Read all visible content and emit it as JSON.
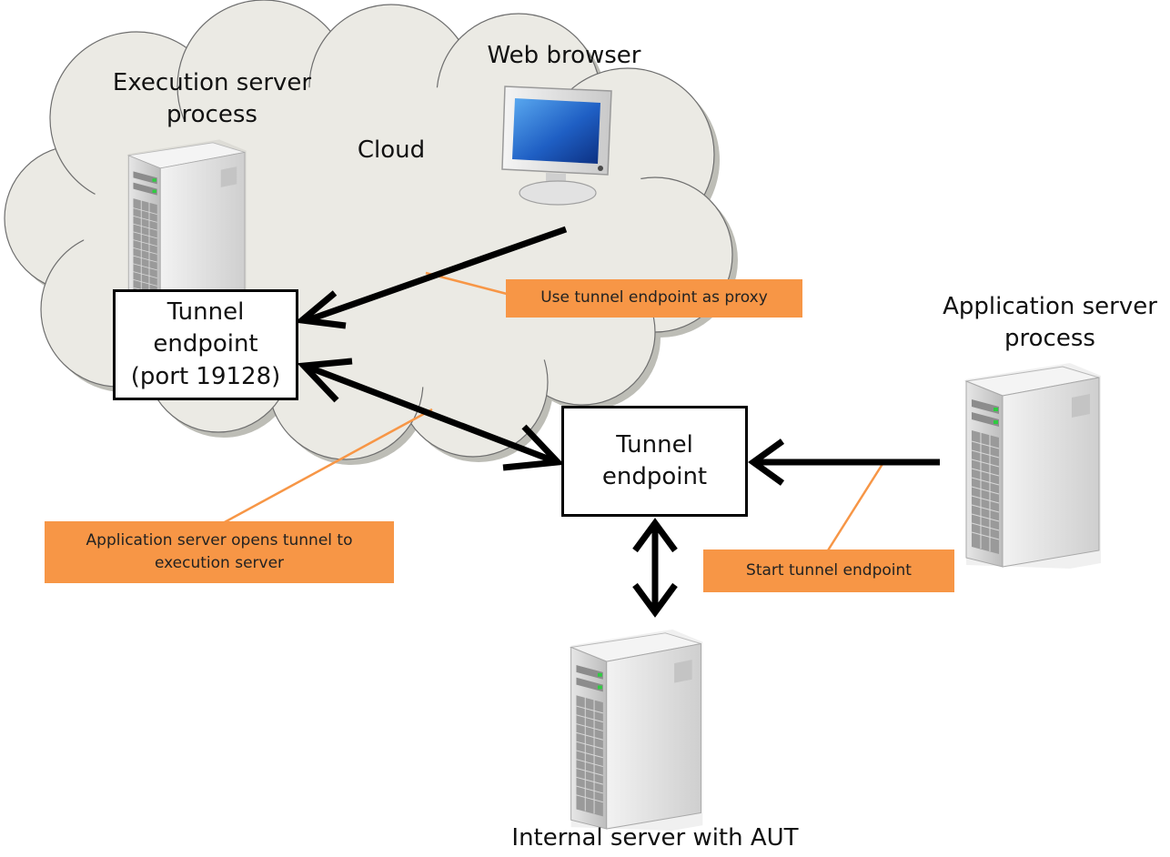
{
  "labels": {
    "execution_server": [
      "Execution server",
      "process"
    ],
    "web_browser": "Web browser",
    "cloud": "Cloud",
    "application_server": [
      "Application server",
      "process"
    ],
    "internal_server": "Internal server with AUT"
  },
  "boxes": {
    "cloud_tunnel": [
      "Tunnel",
      "endpoint",
      "(port 19128)"
    ],
    "local_tunnel": [
      "Tunnel",
      "endpoint"
    ]
  },
  "callouts": {
    "proxy": [
      "Use tunnel endpoint as proxy"
    ],
    "opens_tunnel": [
      "Application server opens tunnel to",
      "execution server"
    ],
    "start_tunnel": [
      "Start tunnel endpoint"
    ]
  },
  "colors": {
    "callout": "#f79646",
    "leader_line": "#f79646",
    "arrow": "#000000",
    "cloud_fill": "#ebeae4"
  },
  "icons": {
    "servers": [
      "server-tower-icon"
    ],
    "browser": "desktop-monitor-icon"
  }
}
